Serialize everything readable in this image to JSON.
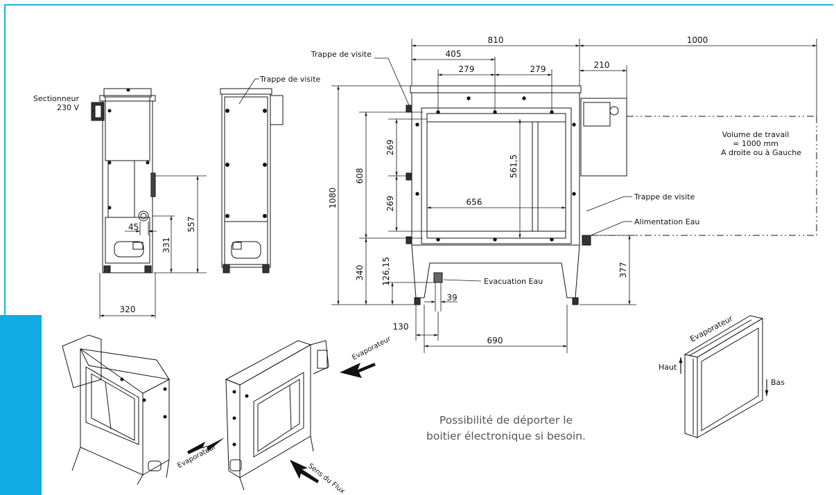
{
  "colors": {
    "accent": "#12ace4",
    "line": "#111111",
    "note": "#555555"
  },
  "left_view": {
    "sectionneur": "Sectionneur",
    "voltage": "230 V",
    "trappe": "Trappe de visite",
    "dim_45": "45",
    "dim_331": "331",
    "dim_557": "557",
    "dim_320": "320"
  },
  "main_view": {
    "trappe_top": "Trappe de visite",
    "trappe_right": "Trappe de visite",
    "alimentation": "Alimentation Eau",
    "evacuation": "Evacuation Eau",
    "volume_line1": "Volume de travail",
    "volume_line2": "= 1000 mm",
    "volume_line3": "A droite ou à Gauche",
    "dim_810": "810",
    "dim_1000": "1000",
    "dim_405": "405",
    "dim_279a": "279",
    "dim_279b": "279",
    "dim_210": "210",
    "dim_1080": "1080",
    "dim_608": "608",
    "dim_269a": "269",
    "dim_269b": "269",
    "dim_5615": "561,5",
    "dim_656": "656",
    "dim_340": "340",
    "dim_12615": "126,15",
    "dim_377": "377",
    "dim_39": "39",
    "dim_130": "130",
    "dim_690": "690"
  },
  "iso_views": {
    "evaporateur_1": "Evaporateur",
    "evaporateur_2": "Evaporateur",
    "sens_flux": "Sens du Flux"
  },
  "evap_diagram": {
    "evaporateur": "Evaporateur",
    "haut": "Haut",
    "bas": "Bas"
  },
  "note": {
    "line1": "Possibilité de déporter le",
    "line2": "boitier électronique si besoin."
  }
}
